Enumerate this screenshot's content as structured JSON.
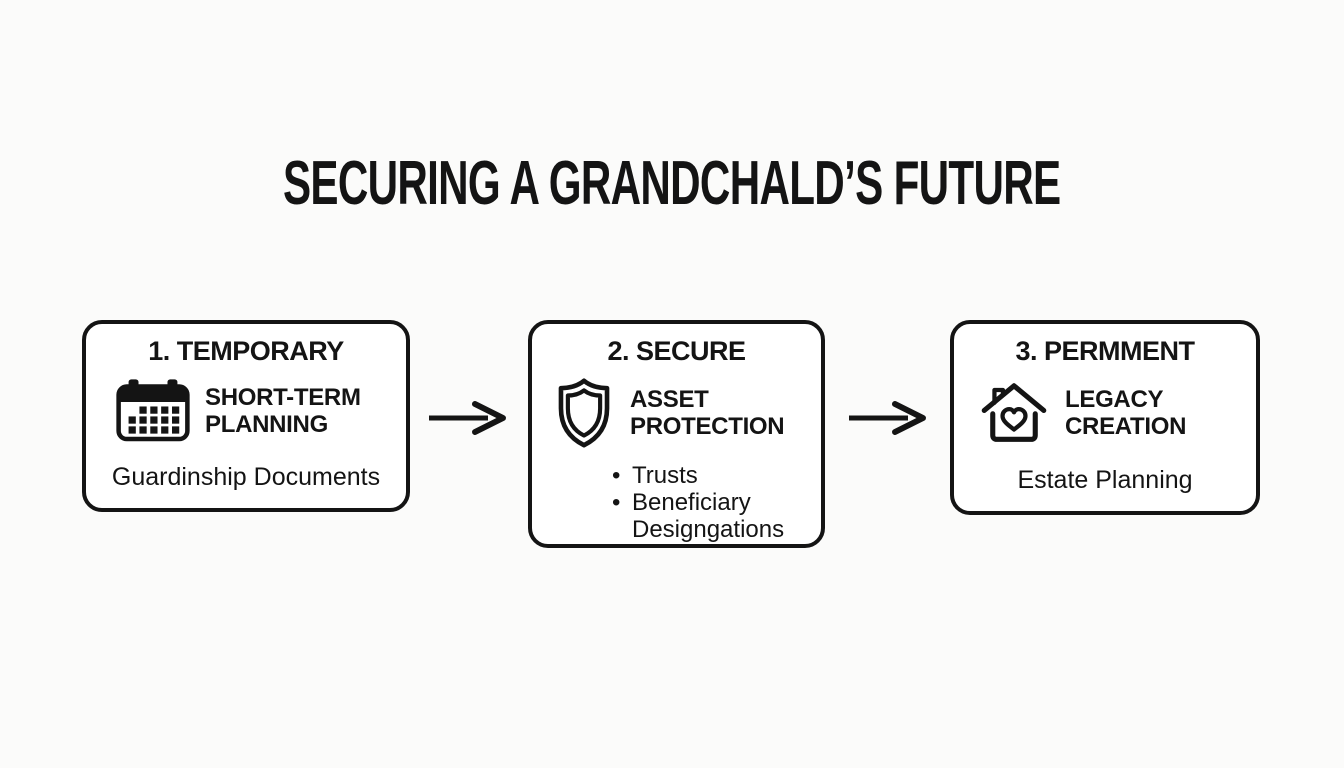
{
  "title": "SECURING A GRANDCHALD’S FUTURE",
  "boxes": [
    {
      "header": "1. TEMPORARY",
      "icon": "calendar-icon",
      "label_line1": "SHORT-TERM",
      "label_line2": "PLANNING",
      "footer": "Guardinship Documents"
    },
    {
      "header": "2. SECURE",
      "icon": "shield-icon",
      "label_line1": "ASSET",
      "label_line2": "PROTECTION",
      "bullets": [
        "Trusts",
        "Beneficiary Designgations"
      ]
    },
    {
      "header": "3. PERMMENT",
      "icon": "house-heart-icon",
      "label_line1": "LEGACY",
      "label_line2": "CREATION",
      "footer": "Estate Planning"
    }
  ],
  "colors": {
    "ink": "#141414",
    "background": "#fbfbfa",
    "box_fill": "#ffffff"
  }
}
